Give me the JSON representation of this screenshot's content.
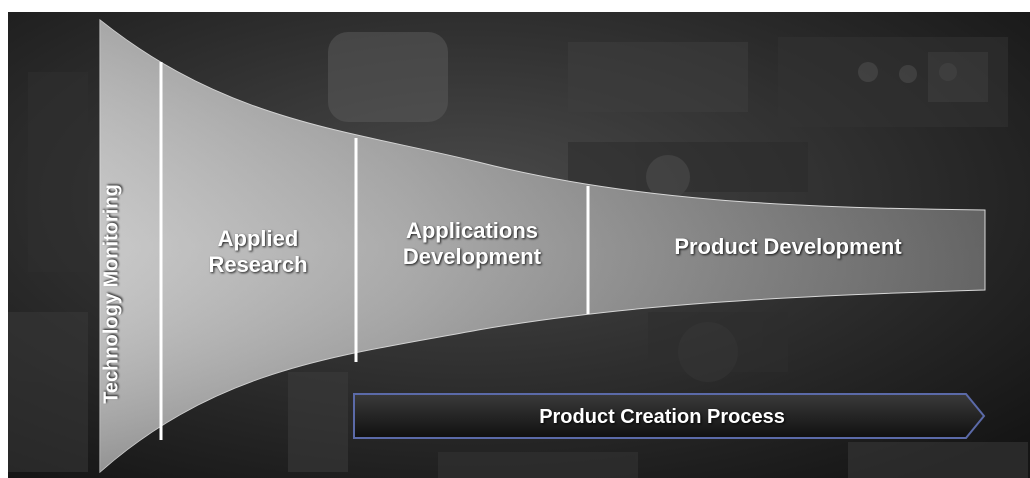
{
  "diagram": {
    "stages": {
      "technology_monitoring": "Technology Monitoring",
      "applied_research": "Applied\nResearch",
      "applications_development": "Applications\nDevelopment",
      "product_development": "Product Development"
    },
    "process_arrow_label": "Product Creation Process"
  },
  "colors": {
    "background": "#262626",
    "funnel_light": "#bdbdbd",
    "funnel_dark": "#5a5a5a",
    "divider": "#ffffff",
    "arrow_fill": "#1c1c1c",
    "arrow_border": "#5b6aa8",
    "text": "#ffffff"
  }
}
